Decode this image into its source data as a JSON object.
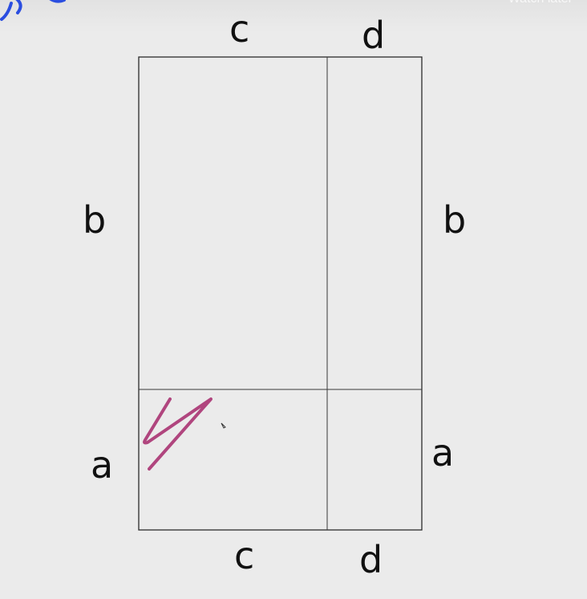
{
  "overlay": {
    "watch_later": "Watch later"
  },
  "labels": {
    "top_left": "c",
    "top_right": "d",
    "left_upper": "b",
    "right_upper": "b",
    "left_lower": "a",
    "right_lower": "a",
    "bottom_left": "c",
    "bottom_right": "d"
  },
  "annotation": {
    "handwritten_mark": "4"
  },
  "colors": {
    "background": "#ebebeb",
    "lines": "#2a2a2a",
    "annotation": "#b0457e",
    "blue_scribble": "#2b4ee0"
  }
}
